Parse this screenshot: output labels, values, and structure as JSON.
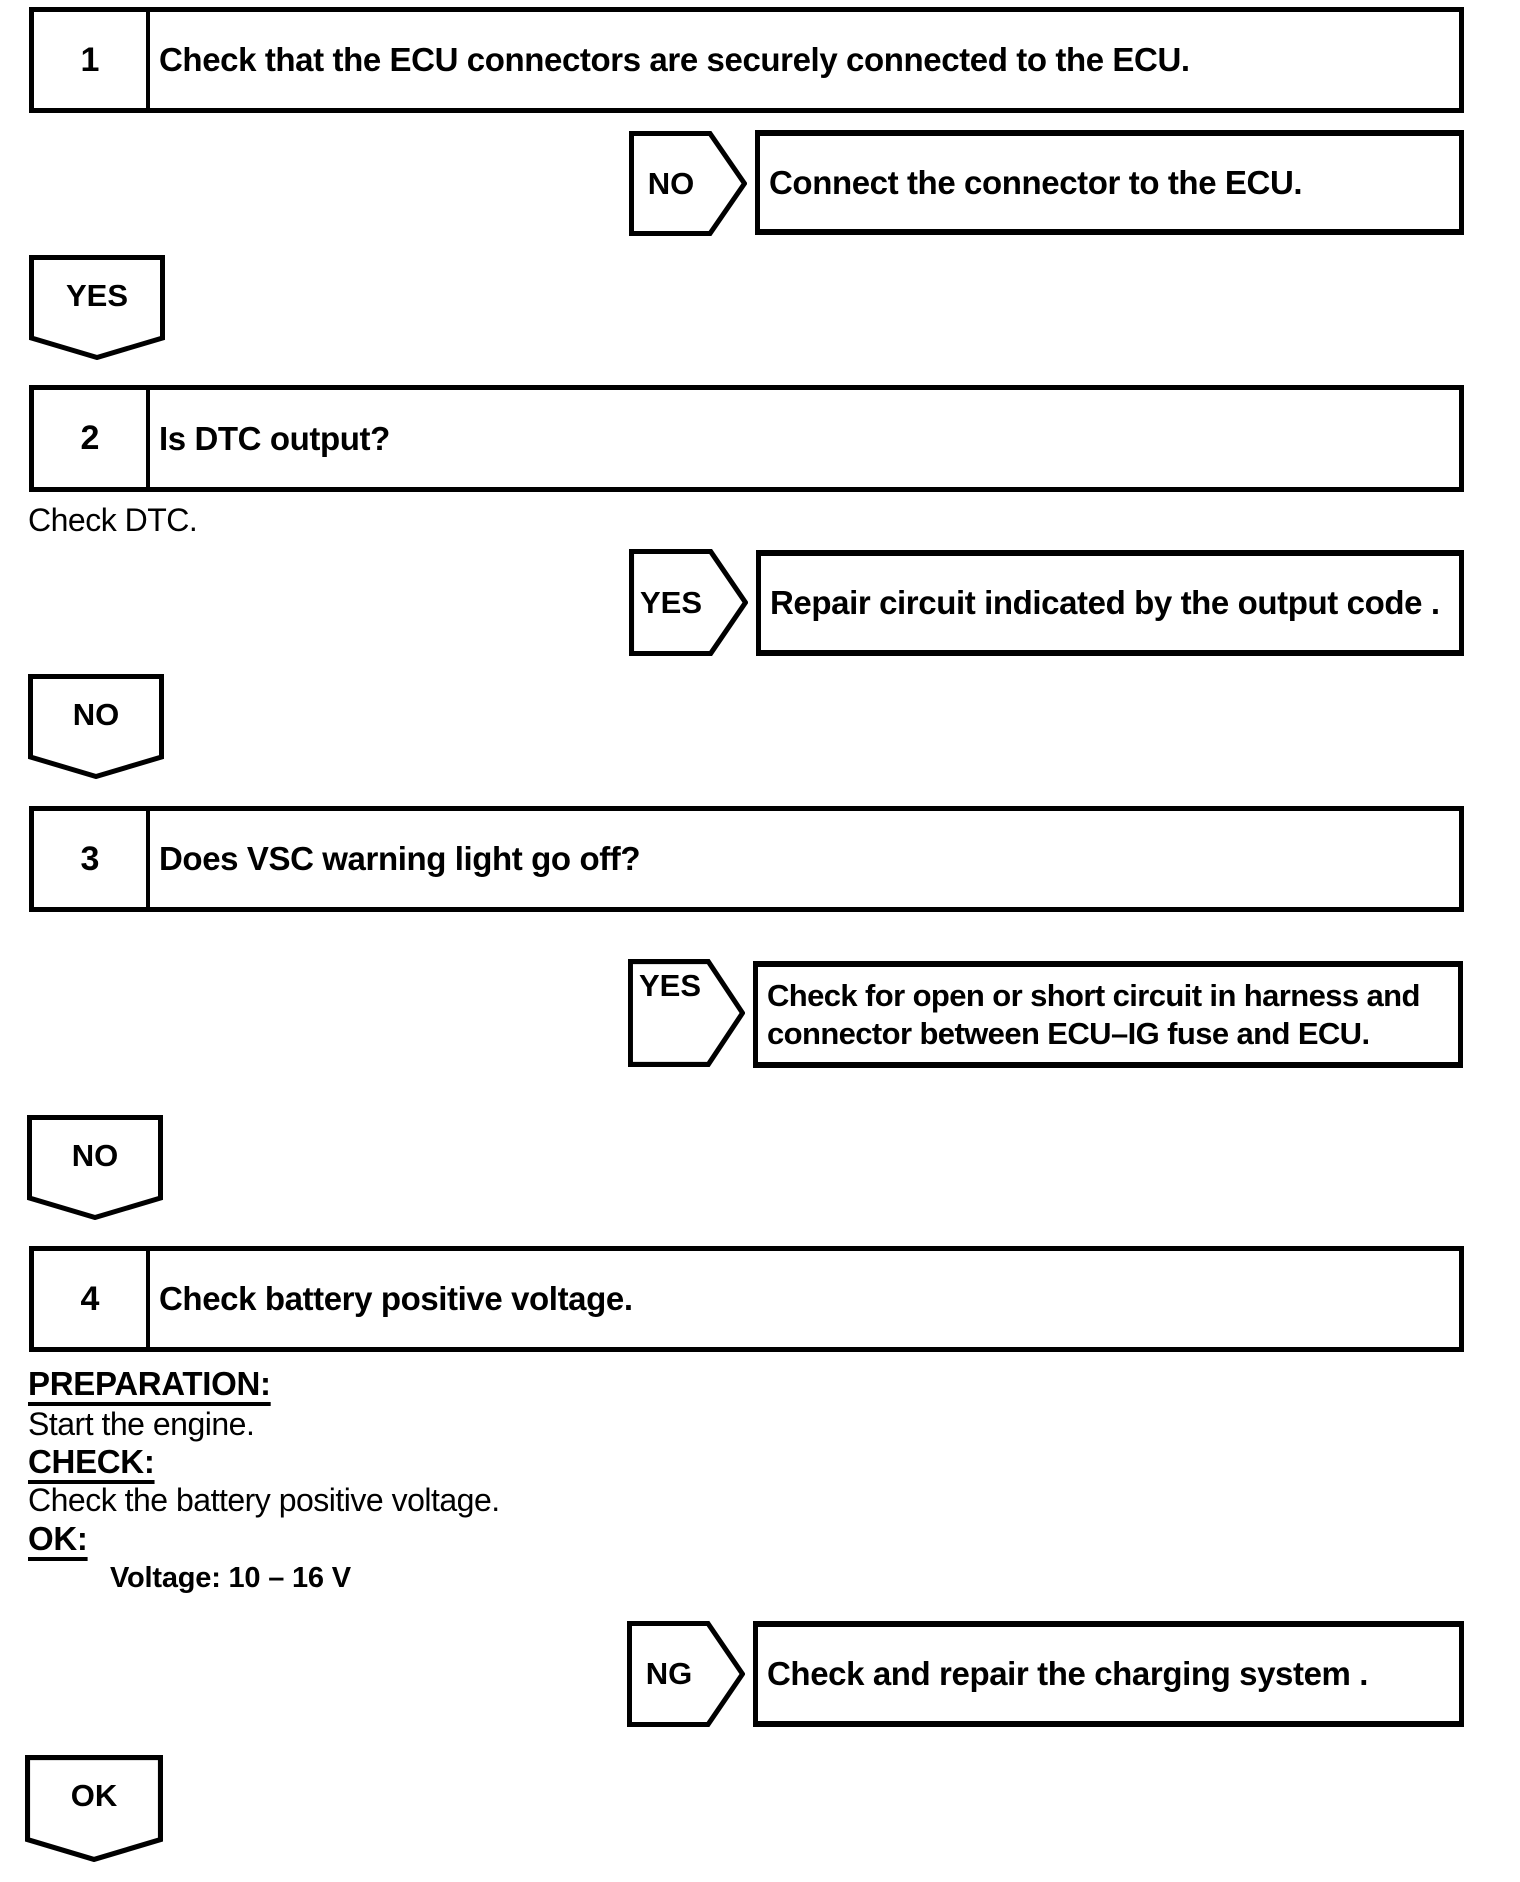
{
  "flowchart": {
    "steps": [
      {
        "number": "1",
        "title": "Check that the ECU connectors are securely connected to the ECU.",
        "branch": {
          "label": "NO",
          "action": "Connect the connector to the ECU."
        },
        "exit": "YES"
      },
      {
        "number": "2",
        "title": "Is DTC output?",
        "note": "Check DTC.",
        "branch": {
          "label": "YES",
          "action": "Repair circuit indicated by the output code ."
        },
        "exit": "NO"
      },
      {
        "number": "3",
        "title": "Does VSC warning light go off?",
        "branch": {
          "label": "YES",
          "action": "Check for open or short circuit in harness and\nconnector between ECU–IG fuse and ECU."
        },
        "exit": "NO"
      },
      {
        "number": "4",
        "title": "Check battery positive voltage.",
        "preparation_heading": "PREPARATION:",
        "preparation_text": "Start the engine.",
        "check_heading": "CHECK:",
        "check_text": "Check the battery positive voltage.",
        "ok_heading": "OK:",
        "ok_spec": "Voltage: 10 – 16 V",
        "branch": {
          "label": "NG",
          "action": "Check and repair the charging system ."
        },
        "exit": "OK"
      }
    ]
  }
}
